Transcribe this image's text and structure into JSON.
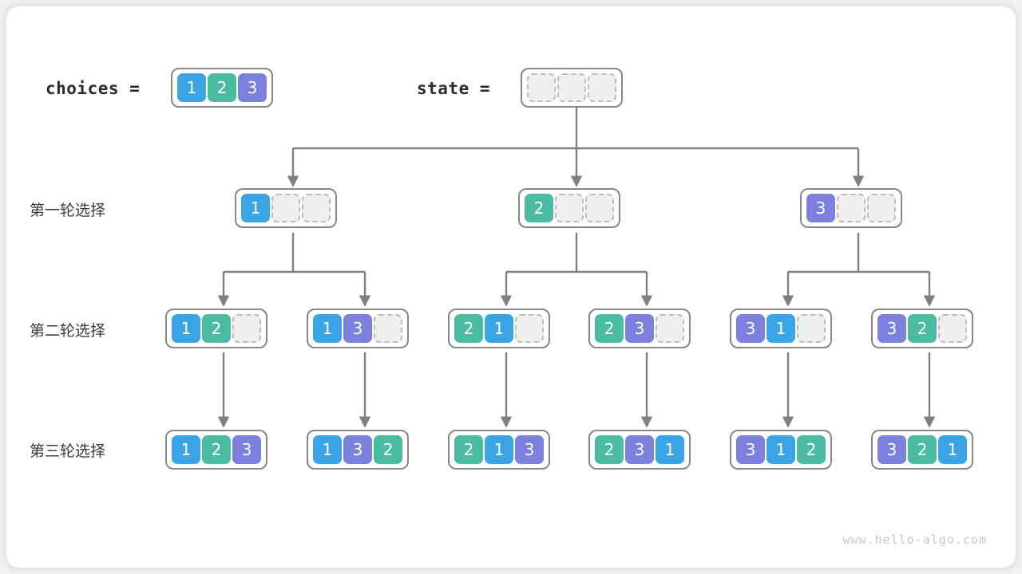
{
  "watermark": "www.hello-algo.com",
  "header": {
    "choices_label": "choices =",
    "state_label": "state =",
    "choices_values": [
      "1",
      "2",
      "3"
    ],
    "state_values": [
      "",
      "",
      ""
    ]
  },
  "row_labels": {
    "round1": "第一轮选择",
    "round2": "第二轮选择",
    "round3": "第三轮选择"
  },
  "colors": {
    "value1": "#3aa4e4",
    "value2": "#4cbba4",
    "value3": "#7b81dd",
    "empty_fill": "#efefef",
    "empty_border": "#bdbdbd",
    "box_border": "#878787",
    "connector": "#808080",
    "canvas": "#ffffff",
    "text": "#3b3b3b"
  },
  "tree": {
    "root": {
      "values": [
        "",
        "",
        ""
      ]
    },
    "level1": [
      {
        "values": [
          "1",
          "",
          ""
        ]
      },
      {
        "values": [
          "2",
          "",
          ""
        ]
      },
      {
        "values": [
          "3",
          "",
          ""
        ]
      }
    ],
    "level2": [
      {
        "values": [
          "1",
          "2",
          ""
        ]
      },
      {
        "values": [
          "1",
          "3",
          ""
        ]
      },
      {
        "values": [
          "2",
          "1",
          ""
        ]
      },
      {
        "values": [
          "2",
          "3",
          ""
        ]
      },
      {
        "values": [
          "3",
          "1",
          ""
        ]
      },
      {
        "values": [
          "3",
          "2",
          ""
        ]
      }
    ],
    "level3": [
      {
        "values": [
          "1",
          "2",
          "3"
        ]
      },
      {
        "values": [
          "1",
          "3",
          "2"
        ]
      },
      {
        "values": [
          "2",
          "1",
          "3"
        ]
      },
      {
        "values": [
          "2",
          "3",
          "1"
        ]
      },
      {
        "values": [
          "3",
          "1",
          "2"
        ]
      },
      {
        "values": [
          "3",
          "2",
          "1"
        ]
      }
    ]
  }
}
